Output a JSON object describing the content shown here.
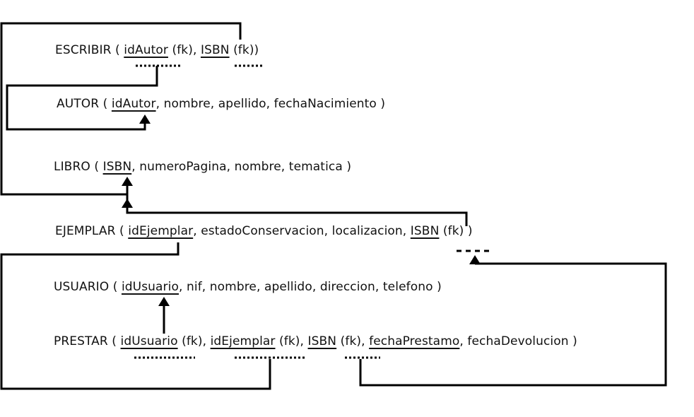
{
  "relations": [
    {
      "id": "escribir",
      "parts": [
        {
          "t": "ESCRIBIR ( "
        },
        {
          "t": "idAutor",
          "pk": true
        },
        {
          "t": " (fk), "
        },
        {
          "t": "ISBN",
          "pk": true
        },
        {
          "t": " (fk))"
        }
      ]
    },
    {
      "id": "autor",
      "parts": [
        {
          "t": "AUTOR ( "
        },
        {
          "t": "idAutor",
          "pk": true
        },
        {
          "t": ", nombre, apellido, fechaNacimiento )"
        }
      ]
    },
    {
      "id": "libro",
      "parts": [
        {
          "t": "LIBRO ( "
        },
        {
          "t": "ISBN",
          "pk": true
        },
        {
          "t": ", numeroPagina, nombre, tematica )"
        }
      ]
    },
    {
      "id": "ejemplar",
      "parts": [
        {
          "t": "EJEMPLAR ( "
        },
        {
          "t": "idEjemplar",
          "pk": true
        },
        {
          "t": ", estadoConservacion, localizacion, "
        },
        {
          "t": "ISBN",
          "pk": true
        },
        {
          "t": " (fk) )"
        }
      ]
    },
    {
      "id": "usuario",
      "parts": [
        {
          "t": "USUARIO ( "
        },
        {
          "t": "idUsuario",
          "pk": true
        },
        {
          "t": ", nif, nombre, apellido, direccion, telefono )"
        }
      ]
    },
    {
      "id": "prestar",
      "parts": [
        {
          "t": "PRESTAR ( "
        },
        {
          "t": "idUsuario",
          "pk": true
        },
        {
          "t": " (fk), "
        },
        {
          "t": "idEjemplar",
          "pk": true
        },
        {
          "t": " (fk), "
        },
        {
          "t": "ISBN",
          "pk": true
        },
        {
          "t": " (fk), "
        },
        {
          "t": "fechaPrestamo",
          "pk": true
        },
        {
          "t": ", fechaDevolucion )"
        }
      ]
    }
  ]
}
